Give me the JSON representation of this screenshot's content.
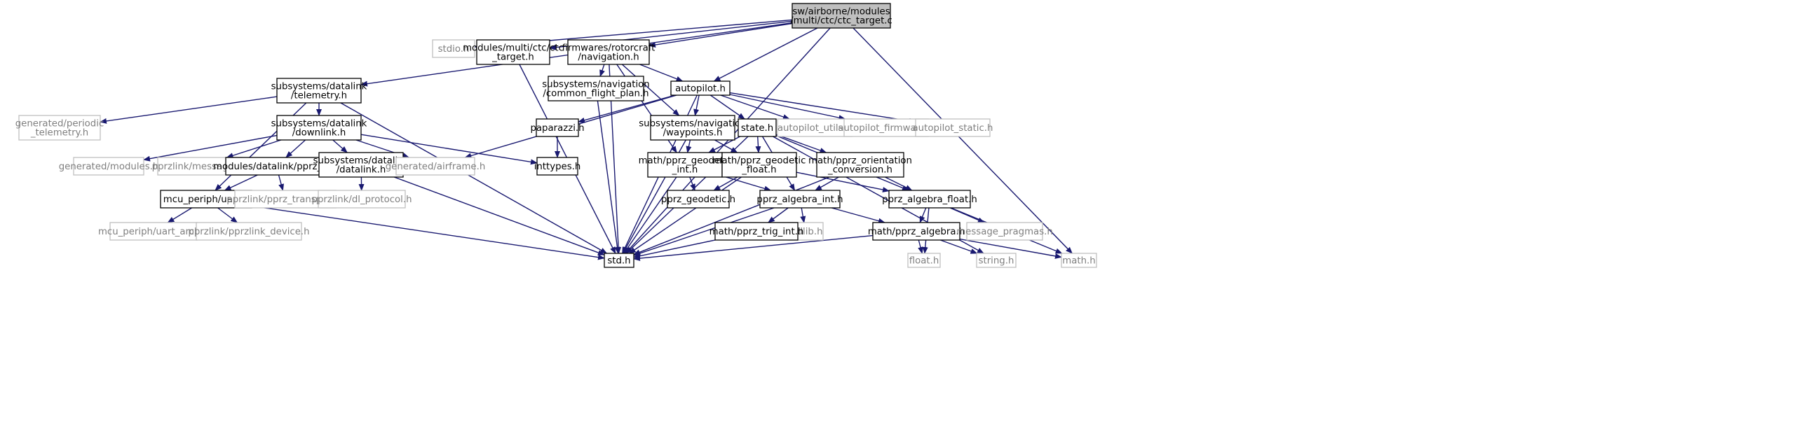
{
  "colors": {
    "edge": "#191970",
    "root_fill": "#bfbfbf",
    "normal_border": "#000000",
    "external_border": "#bfbfbf",
    "external_text": "#7f7f7f"
  },
  "nodes": {
    "root": {
      "lines": [
        "sw/airborne/modules",
        "/multi/ctc/ctc_target.c"
      ],
      "kind": "root"
    },
    "stdio": {
      "lines": [
        "stdio.h"
      ],
      "kind": "external"
    },
    "ctc_target_h": {
      "lines": [
        "modules/multi/ctc/ctc",
        "_target.h"
      ],
      "kind": "normal"
    },
    "navigation": {
      "lines": [
        "firmwares/rotorcraft",
        "/navigation.h"
      ],
      "kind": "normal"
    },
    "common_flight_plan": {
      "lines": [
        "subsystems/navigation",
        "/common_flight_plan.h"
      ],
      "kind": "normal"
    },
    "autopilot": {
      "lines": [
        "autopilot.h"
      ],
      "kind": "normal"
    },
    "telemetry": {
      "lines": [
        "subsystems/datalink",
        "/telemetry.h"
      ],
      "kind": "normal"
    },
    "periodic_telemetry": {
      "lines": [
        "generated/periodic",
        "_telemetry.h"
      ],
      "kind": "external"
    },
    "downlink": {
      "lines": [
        "subsystems/datalink",
        "/downlink.h"
      ],
      "kind": "normal"
    },
    "gen_modules": {
      "lines": [
        "generated/modules.h"
      ],
      "kind": "external"
    },
    "pprzlink_messages": {
      "lines": [
        "pprzlink/messages.h"
      ],
      "kind": "external"
    },
    "pprz_dl": {
      "lines": [
        "modules/datalink/pprz_dl.h"
      ],
      "kind": "normal"
    },
    "datalink_h": {
      "lines": [
        "subsystems/datalink",
        "/datalink.h"
      ],
      "kind": "normal"
    },
    "airframe": {
      "lines": [
        "generated/airframe.h"
      ],
      "kind": "external"
    },
    "inttypes": {
      "lines": [
        "inttypes.h"
      ],
      "kind": "normal"
    },
    "paparazzi": {
      "lines": [
        "paparazzi.h"
      ],
      "kind": "normal"
    },
    "waypoints": {
      "lines": [
        "subsystems/navigation",
        "/waypoints.h"
      ],
      "kind": "normal"
    },
    "state": {
      "lines": [
        "state.h"
      ],
      "kind": "normal"
    },
    "autopilot_utils": {
      "lines": [
        "autopilot_utils.h"
      ],
      "kind": "external"
    },
    "autopilot_firmware": {
      "lines": [
        "autopilot_firmware.h"
      ],
      "kind": "external"
    },
    "autopilot_static": {
      "lines": [
        "autopilot_static.h"
      ],
      "kind": "external"
    },
    "uart": {
      "lines": [
        "mcu_periph/uart.h"
      ],
      "kind": "normal"
    },
    "pprz_transport": {
      "lines": [
        "pprzlink/pprz_transport.h"
      ],
      "kind": "external"
    },
    "dl_protocol": {
      "lines": [
        "pprzlink/dl_protocol.h"
      ],
      "kind": "external"
    },
    "geodetic_int": {
      "lines": [
        "math/pprz_geodetic",
        "_int.h"
      ],
      "kind": "normal"
    },
    "geodetic_float": {
      "lines": [
        "math/pprz_geodetic",
        "_float.h"
      ],
      "kind": "normal"
    },
    "orientation_conv": {
      "lines": [
        "math/pprz_orientation",
        "_conversion.h"
      ],
      "kind": "normal"
    },
    "pprz_geodetic": {
      "lines": [
        "pprz_geodetic.h"
      ],
      "kind": "normal"
    },
    "algebra_int": {
      "lines": [
        "pprz_algebra_int.h"
      ],
      "kind": "normal"
    },
    "algebra_float": {
      "lines": [
        "pprz_algebra_float.h"
      ],
      "kind": "normal"
    },
    "uart_arch": {
      "lines": [
        "mcu_periph/uart_arch.h"
      ],
      "kind": "external"
    },
    "pprzlink_device": {
      "lines": [
        "pprzlink/pprzlink_device.h"
      ],
      "kind": "external"
    },
    "stdlib": {
      "lines": [
        "stdlib.h"
      ],
      "kind": "external"
    },
    "trig_int": {
      "lines": [
        "math/pprz_trig_int.h"
      ],
      "kind": "normal"
    },
    "algebra": {
      "lines": [
        "math/pprz_algebra.h"
      ],
      "kind": "normal"
    },
    "message_pragmas": {
      "lines": [
        "message_pragmas.h"
      ],
      "kind": "external"
    },
    "std": {
      "lines": [
        "std.h"
      ],
      "kind": "normal"
    },
    "float_h": {
      "lines": [
        "float.h"
      ],
      "kind": "external"
    },
    "string_h": {
      "lines": [
        "string.h"
      ],
      "kind": "external"
    },
    "math_h": {
      "lines": [
        "math.h"
      ],
      "kind": "external"
    }
  },
  "edges": [
    [
      "root",
      "stdio"
    ],
    [
      "root",
      "ctc_target_h"
    ],
    [
      "root",
      "navigation"
    ],
    [
      "root",
      "autopilot"
    ],
    [
      "root",
      "telemetry"
    ],
    [
      "root",
      "std"
    ],
    [
      "root",
      "math_h"
    ],
    [
      "ctc_target_h",
      "std"
    ],
    [
      "navigation",
      "common_flight_plan"
    ],
    [
      "navigation",
      "autopilot"
    ],
    [
      "navigation",
      "waypoints"
    ],
    [
      "navigation",
      "geodetic_int"
    ],
    [
      "navigation",
      "std"
    ],
    [
      "common_flight_plan",
      "std"
    ],
    [
      "telemetry",
      "periodic_telemetry"
    ],
    [
      "telemetry",
      "downlink"
    ],
    [
      "telemetry",
      "uart"
    ],
    [
      "telemetry",
      "std"
    ],
    [
      "downlink",
      "gen_modules"
    ],
    [
      "downlink",
      "pprzlink_messages"
    ],
    [
      "downlink",
      "pprz_dl"
    ],
    [
      "downlink",
      "datalink_h"
    ],
    [
      "downlink",
      "airframe"
    ],
    [
      "downlink",
      "inttypes"
    ],
    [
      "autopilot",
      "paparazzi"
    ],
    [
      "autopilot",
      "airframe"
    ],
    [
      "autopilot",
      "waypoints"
    ],
    [
      "autopilot",
      "state"
    ],
    [
      "autopilot",
      "autopilot_utils"
    ],
    [
      "autopilot",
      "autopilot_firmware"
    ],
    [
      "autopilot",
      "autopilot_static"
    ],
    [
      "autopilot",
      "std"
    ],
    [
      "paparazzi",
      "inttypes"
    ],
    [
      "pprz_dl",
      "uart"
    ],
    [
      "pprz_dl",
      "pprz_transport"
    ],
    [
      "datalink_h",
      "dl_protocol"
    ],
    [
      "datalink_h",
      "std"
    ],
    [
      "uart",
      "uart_arch"
    ],
    [
      "uart",
      "pprzlink_device"
    ],
    [
      "uart",
      "std"
    ],
    [
      "waypoints",
      "geodetic_int"
    ],
    [
      "waypoints",
      "geodetic_float"
    ],
    [
      "waypoints",
      "std"
    ],
    [
      "state",
      "geodetic_int"
    ],
    [
      "state",
      "geodetic_float"
    ],
    [
      "state",
      "orientation_conv"
    ],
    [
      "state",
      "algebra_int"
    ],
    [
      "state",
      "algebra_float"
    ],
    [
      "state",
      "std"
    ],
    [
      "state",
      "string_h"
    ],
    [
      "geodetic_int",
      "pprz_geodetic"
    ],
    [
      "geodetic_int",
      "algebra_int"
    ],
    [
      "geodetic_int",
      "std"
    ],
    [
      "geodetic_float",
      "pprz_geodetic"
    ],
    [
      "geodetic_float",
      "algebra_float"
    ],
    [
      "geodetic_float",
      "std"
    ],
    [
      "orientation_conv",
      "algebra_int"
    ],
    [
      "orientation_conv",
      "algebra_float"
    ],
    [
      "orientation_conv",
      "std"
    ],
    [
      "algebra_int",
      "stdlib"
    ],
    [
      "algebra_int",
      "trig_int"
    ],
    [
      "algebra_int",
      "algebra"
    ],
    [
      "algebra_int",
      "std"
    ],
    [
      "trig_int",
      "std"
    ],
    [
      "algebra_float",
      "algebra"
    ],
    [
      "algebra_float",
      "message_pragmas"
    ],
    [
      "algebra_float",
      "float_h"
    ],
    [
      "algebra_float",
      "math_h"
    ],
    [
      "algebra",
      "std"
    ],
    [
      "algebra",
      "float_h"
    ],
    [
      "algebra",
      "string_h"
    ],
    [
      "algebra",
      "math_h"
    ]
  ]
}
